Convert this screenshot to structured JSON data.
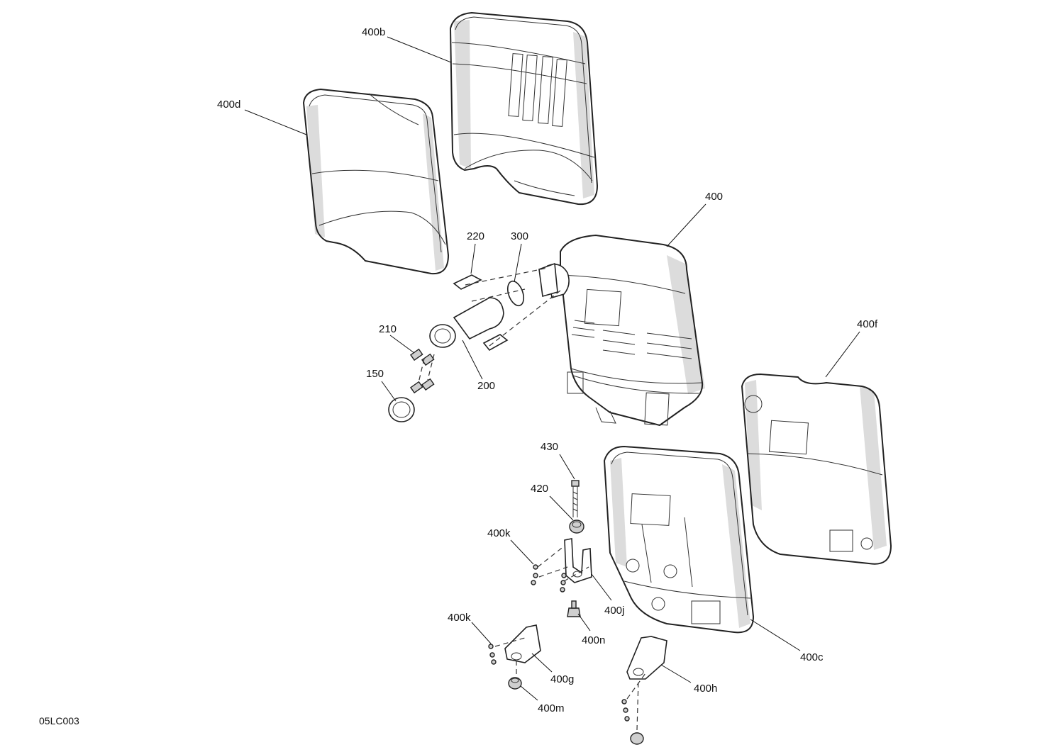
{
  "figure_id": "05LC003",
  "callouts": {
    "c400b": "400b",
    "c400d": "400d",
    "c400": "400",
    "c220": "220",
    "c300": "300",
    "c210": "210",
    "c150": "150",
    "c200": "200",
    "c400f": "400f",
    "c430": "430",
    "c420": "420",
    "c400k_upper": "400k",
    "c400j": "400j",
    "c400n": "400n",
    "c400k_lower": "400k",
    "c400g": "400g",
    "c400m": "400m",
    "c400h": "400h",
    "c400c": "400c"
  }
}
